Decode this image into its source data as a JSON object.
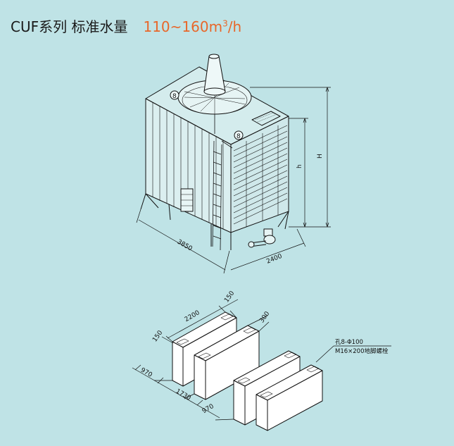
{
  "header": {
    "series_title": "CUF系列  标准水量",
    "flow_range": "110~160m",
    "flow_sup": "3",
    "flow_unit": "/h"
  },
  "tower": {
    "dim_length": "3850",
    "dim_width": "2400",
    "dim_height_H": "H",
    "dim_height_h": "h",
    "hatch_label_left": "8",
    "hatch_label_right": "8"
  },
  "foundation": {
    "dim_pad_length": "2200",
    "dim_pad_width_top": "150",
    "dim_pad_width_left": "150",
    "dim_pad_spacing": "300",
    "dim_left_offset": "970",
    "dim_middle": "1730",
    "dim_right_offset": "970",
    "note_holes": "孔8-Φ100",
    "note_bolts": "M16×200地脚螺栓"
  },
  "colors": {
    "background": "#bfe3e6",
    "accent": "#e8672a",
    "line": "#111111"
  }
}
